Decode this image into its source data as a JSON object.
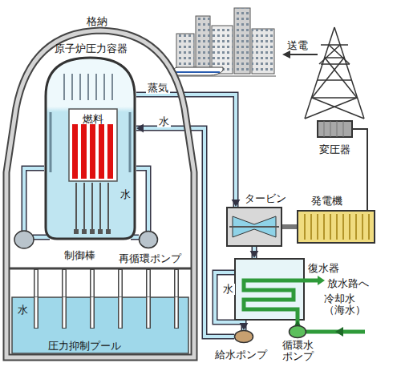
{
  "diagram": {
    "nodes": [
      {
        "text": [
          "格納"
        ]
      },
      {
        "text": [
          "原子炉圧力容器"
        ],
        "in": 0
      },
      {
        "text": [
          "燃料"
        ],
        "in": 1
      },
      {
        "text": [
          "再循環ポンプ"
        ],
        "in": 0
      },
      {
        "text": [
          "水",
          "圧力抑制プール"
        ],
        "in": 0
      },
      {
        "text": [
          "タービン"
        ]
      },
      {
        "text": [
          "発電機"
        ]
      },
      {
        "text": [
          "変圧器"
        ]
      },
      {
        "text": [
          "復水器"
        ]
      },
      {
        "text": [
          "循環水 ポンプ"
        ]
      },
      {
        "text": [
          "給水ポンプ"
        ]
      }
    ],
    "edges": [
      {
        "from": 1,
        "to": 5,
        "label": "蒸気",
        "arrow": "to"
      },
      {
        "from": 5,
        "to": 6,
        "arrow": "none"
      },
      {
        "from": 6,
        "to": 7,
        "arrow": "none"
      },
      {
        "from": 5,
        "to": 8,
        "arrow": "to"
      },
      {
        "from": 8,
        "to": 10,
        "label": "水",
        "arrow": "to"
      },
      {
        "from": 10,
        "to": 1,
        "label": "水",
        "arrow": "to"
      },
      {
        "from": 1,
        "to": 3,
        "arrow": "none"
      },
      {
        "from": 9,
        "to": 8,
        "arrow": "to"
      }
    ],
    "labels": [
      "送電",
      "水",
      "制御棒",
      "放水路へ",
      "冷却水 （海水）"
    ]
  }
}
